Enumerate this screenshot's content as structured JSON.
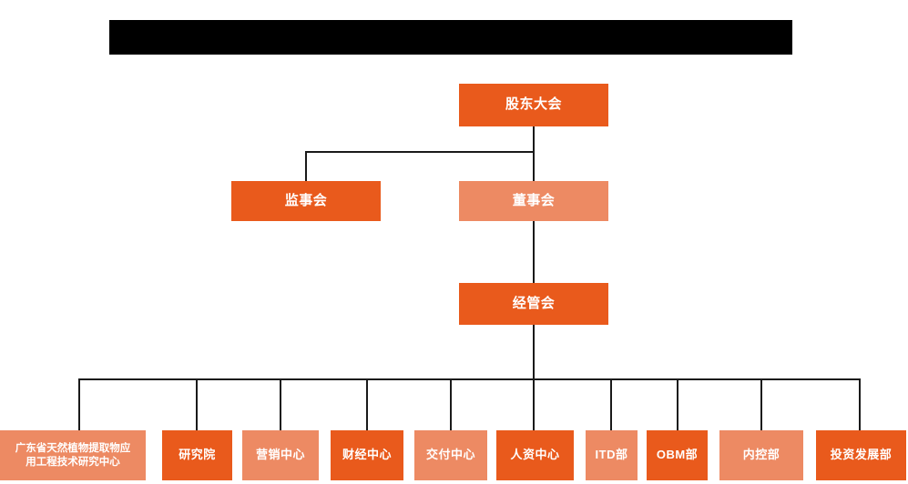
{
  "banner": {
    "name": "redacted-title-banner",
    "text": "",
    "color": "#000000"
  },
  "theme": {
    "background": "#FFFFFF",
    "primary": "#E95A1C",
    "secondary": "#ED8A63",
    "connector": "#1A1A1A",
    "node_text": "#FFFFFF"
  },
  "chart_data": {
    "type": "diagram",
    "title": "",
    "levels": [
      {
        "level": 1,
        "nodes": [
          {
            "id": "shareholders",
            "label": "股东大会",
            "tone": "primary"
          }
        ]
      },
      {
        "level": 2,
        "nodes": [
          {
            "id": "supervisors",
            "label": "监事会",
            "tone": "primary"
          },
          {
            "id": "directors",
            "label": "董事会",
            "tone": "secondary"
          }
        ]
      },
      {
        "level": 3,
        "nodes": [
          {
            "id": "management",
            "label": "经管会",
            "tone": "primary"
          }
        ]
      },
      {
        "level": 4,
        "nodes": [
          {
            "id": "research-center",
            "label": "广东省天然植物提取物应\n用工程技术研究中心",
            "tone": "secondary"
          },
          {
            "id": "research-institute",
            "label": "研究院",
            "tone": "primary"
          },
          {
            "id": "marketing-center",
            "label": "营销中心",
            "tone": "secondary"
          },
          {
            "id": "finance-center",
            "label": "财经中心",
            "tone": "primary"
          },
          {
            "id": "delivery-center",
            "label": "交付中心",
            "tone": "secondary"
          },
          {
            "id": "hr-center",
            "label": "人资中心",
            "tone": "primary"
          },
          {
            "id": "itd-dept",
            "label": "ITD部",
            "tone": "secondary"
          },
          {
            "id": "obm-dept",
            "label": "OBM部",
            "tone": "primary"
          },
          {
            "id": "internal-control-dept",
            "label": "内控部",
            "tone": "secondary"
          },
          {
            "id": "investment-dev-dept",
            "label": "投资发展部",
            "tone": "primary"
          }
        ]
      }
    ],
    "edges": [
      {
        "from": "shareholders",
        "to": "supervisors"
      },
      {
        "from": "shareholders",
        "to": "directors"
      },
      {
        "from": "directors",
        "to": "management"
      },
      {
        "from": "management",
        "to": "research-center"
      },
      {
        "from": "management",
        "to": "research-institute"
      },
      {
        "from": "management",
        "to": "marketing-center"
      },
      {
        "from": "management",
        "to": "finance-center"
      },
      {
        "from": "management",
        "to": "delivery-center"
      },
      {
        "from": "management",
        "to": "hr-center"
      },
      {
        "from": "management",
        "to": "itd-dept"
      },
      {
        "from": "management",
        "to": "obm-dept"
      },
      {
        "from": "management",
        "to": "internal-control-dept"
      },
      {
        "from": "management",
        "to": "investment-dev-dept"
      }
    ]
  }
}
